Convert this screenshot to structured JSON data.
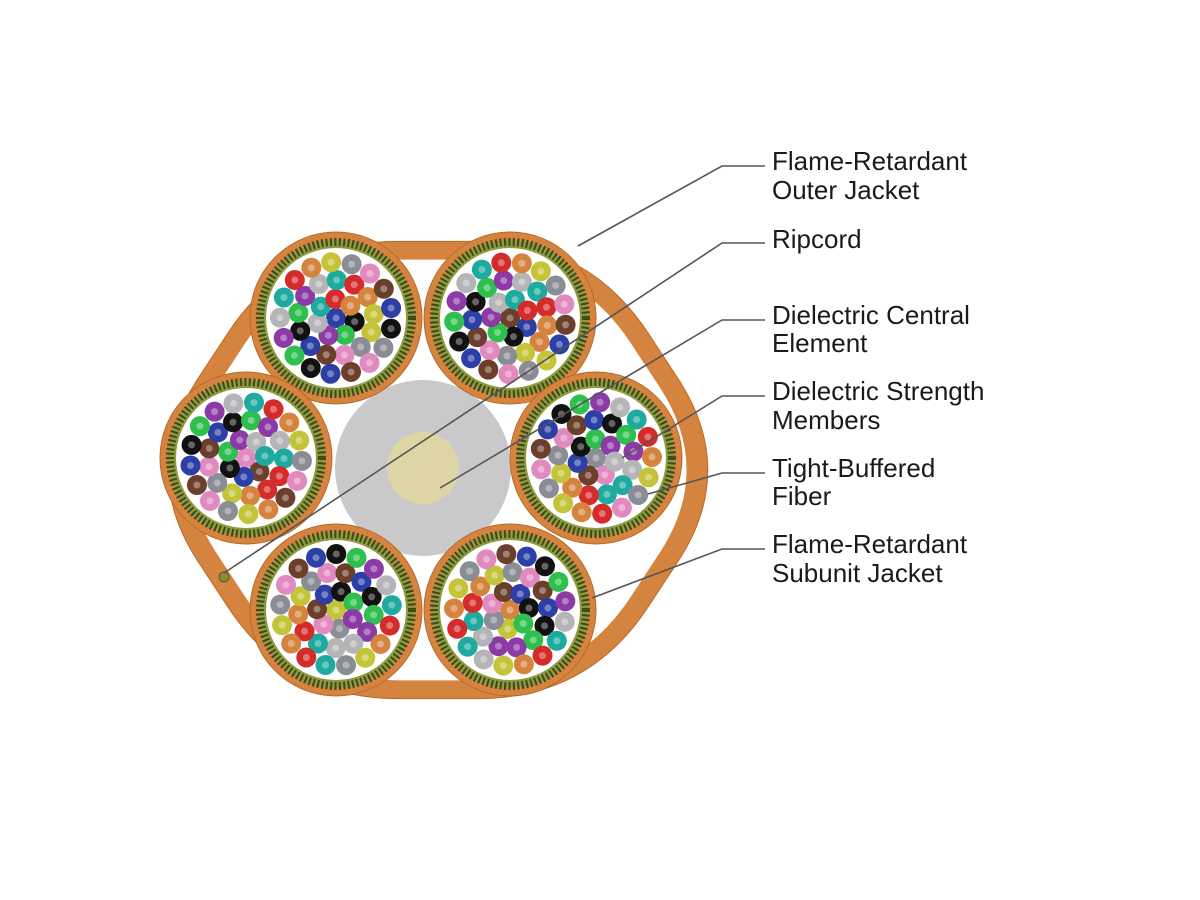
{
  "colors": {
    "jacket": "#d4843f",
    "jacket_dark": "#b86a2a",
    "interior": "#ffffff",
    "central_outer": "#c9c9cc",
    "central_inner": "#ddd6a4",
    "strength_yarn": "#3a4a1c",
    "strength_yarn_light": "#8f9a3c",
    "leader": "#555555",
    "ripcord": "#8a8a35"
  },
  "fiber_colors": [
    "#2b3fa6",
    "#d4843f",
    "#2fbf4f",
    "#8a8d94",
    "#b5b5b8",
    "#6b3f2b",
    "#d42b2b",
    "#111111",
    "#c4c43a",
    "#8b3aa6",
    "#e08ac0",
    "#1faaa0"
  ],
  "labels": [
    {
      "id": "outer-jacket",
      "lines": [
        "Flame-Retardant",
        "Outer Jacket"
      ]
    },
    {
      "id": "ripcord",
      "lines": [
        "Ripcord"
      ]
    },
    {
      "id": "central-element",
      "lines": [
        "Dielectric Central",
        "Element"
      ]
    },
    {
      "id": "strength-members",
      "lines": [
        "Dielectric Strength",
        "Members"
      ]
    },
    {
      "id": "tight-buffered-fiber",
      "lines": [
        "Tight-Buffered",
        "Fiber"
      ]
    },
    {
      "id": "subunit-jacket",
      "lines": [
        "Flame-Retardant",
        "Subunit Jacket"
      ]
    }
  ]
}
